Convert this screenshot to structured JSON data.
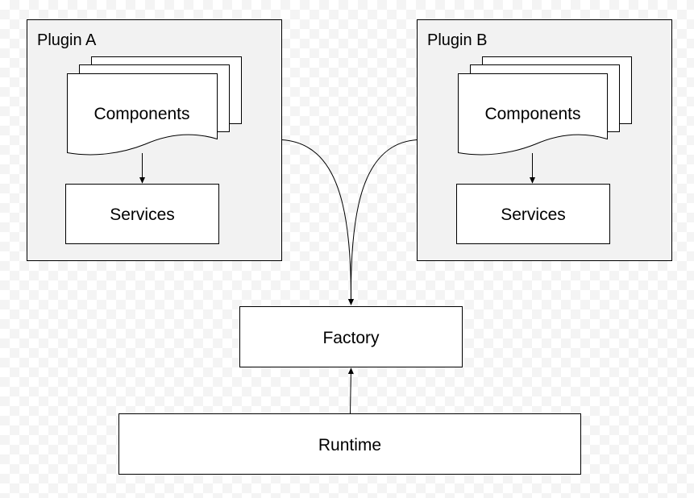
{
  "diagram": {
    "containers": [
      {
        "id": "plugin_a",
        "title": "Plugin A"
      },
      {
        "id": "plugin_b",
        "title": "Plugin B"
      }
    ],
    "nodes": {
      "plugin_a_components": {
        "label": "Components",
        "shape": "multi-document"
      },
      "plugin_a_services": {
        "label": "Services",
        "shape": "rectangle"
      },
      "plugin_b_components": {
        "label": "Components",
        "shape": "multi-document"
      },
      "plugin_b_services": {
        "label": "Services",
        "shape": "rectangle"
      },
      "factory": {
        "label": "Factory",
        "shape": "rectangle"
      },
      "runtime": {
        "label": "Runtime",
        "shape": "rectangle"
      }
    },
    "edges": [
      {
        "from": "plugin_a_components",
        "to": "plugin_a_services"
      },
      {
        "from": "plugin_b_components",
        "to": "plugin_b_services"
      },
      {
        "from": "plugin_a",
        "to": "factory"
      },
      {
        "from": "plugin_b",
        "to": "factory"
      },
      {
        "from": "runtime",
        "to": "factory"
      }
    ],
    "colors": {
      "container_fill": "#f2f2f2",
      "node_fill": "#ffffff",
      "stroke": "#000000"
    }
  }
}
